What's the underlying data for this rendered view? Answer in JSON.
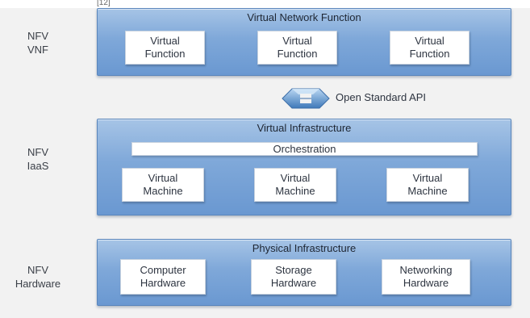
{
  "top_fragment": "[12]",
  "layers": {
    "vnf": {
      "side_label_line1": "NFV",
      "side_label_line2": "VNF",
      "title": "Virtual Network Function",
      "boxes": [
        {
          "line1": "Virtual",
          "line2": "Function"
        },
        {
          "line1": "Virtual",
          "line2": "Function"
        },
        {
          "line1": "Virtual",
          "line2": "Function"
        }
      ]
    },
    "api": {
      "label": "Open Standard API",
      "icon": "api-connector-icon"
    },
    "iaas": {
      "side_label_line1": "NFV",
      "side_label_line2": "IaaS",
      "title": "Virtual Infrastructure",
      "orchestration": "Orchestration",
      "boxes": [
        {
          "line1": "Virtual",
          "line2": "Machine"
        },
        {
          "line1": "Virtual",
          "line2": "Machine"
        },
        {
          "line1": "Virtual",
          "line2": "Machine"
        }
      ]
    },
    "hardware": {
      "side_label_line1": "NFV",
      "side_label_line2": "Hardware",
      "title": "Physical Infrastructure",
      "boxes": [
        {
          "line1": "Computer",
          "line2": "Hardware"
        },
        {
          "line1": "Storage",
          "line2": "Hardware"
        },
        {
          "line1": "Networking",
          "line2": "Hardware"
        }
      ]
    }
  },
  "colors": {
    "layer_fill": "#7fa8d9",
    "layer_border": "#5a86bc",
    "box_fill": "#ffffff",
    "text": "#2d3440"
  }
}
